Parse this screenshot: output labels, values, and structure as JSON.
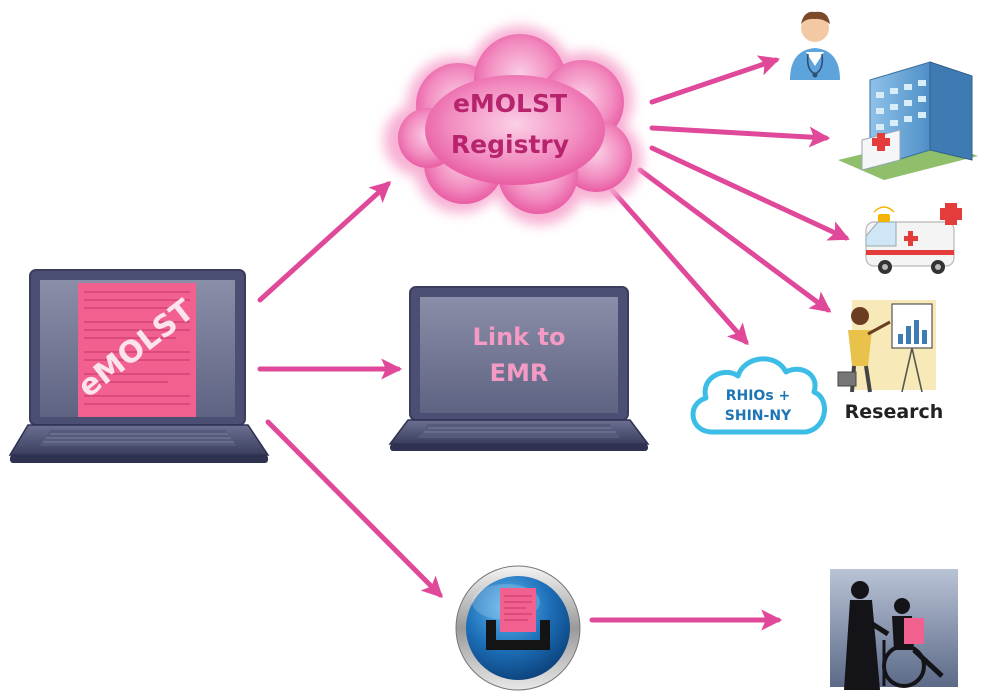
{
  "diagram": {
    "laptop_label": "eMOLST",
    "registry_label_line1": "eMOLST",
    "registry_label_line2": "Registry",
    "emr_label_line1": "Link to",
    "emr_label_line2": "EMR",
    "rhio_label_line1": "RHIOs +",
    "rhio_label_line2": "SHIN-NY",
    "research_label": "Research"
  },
  "colors": {
    "arrow": "#e0489a",
    "registry_cloud": "#f06aaa",
    "registry_text": "#b8236e",
    "form_pink": "#f2608f",
    "rhio_cloud_stroke": "#3bbde6",
    "rhio_text": "#1e75b5",
    "emr_text": "#f49ac4",
    "laptop_body": "#4a4f73"
  },
  "icons": {
    "doctor": "doctor-icon",
    "hospital": "hospital-icon",
    "ambulance": "ambulance-icon",
    "research": "research-presenter-icon",
    "printer": "printer-icon",
    "patient": "patient-wheelchair-icon"
  }
}
